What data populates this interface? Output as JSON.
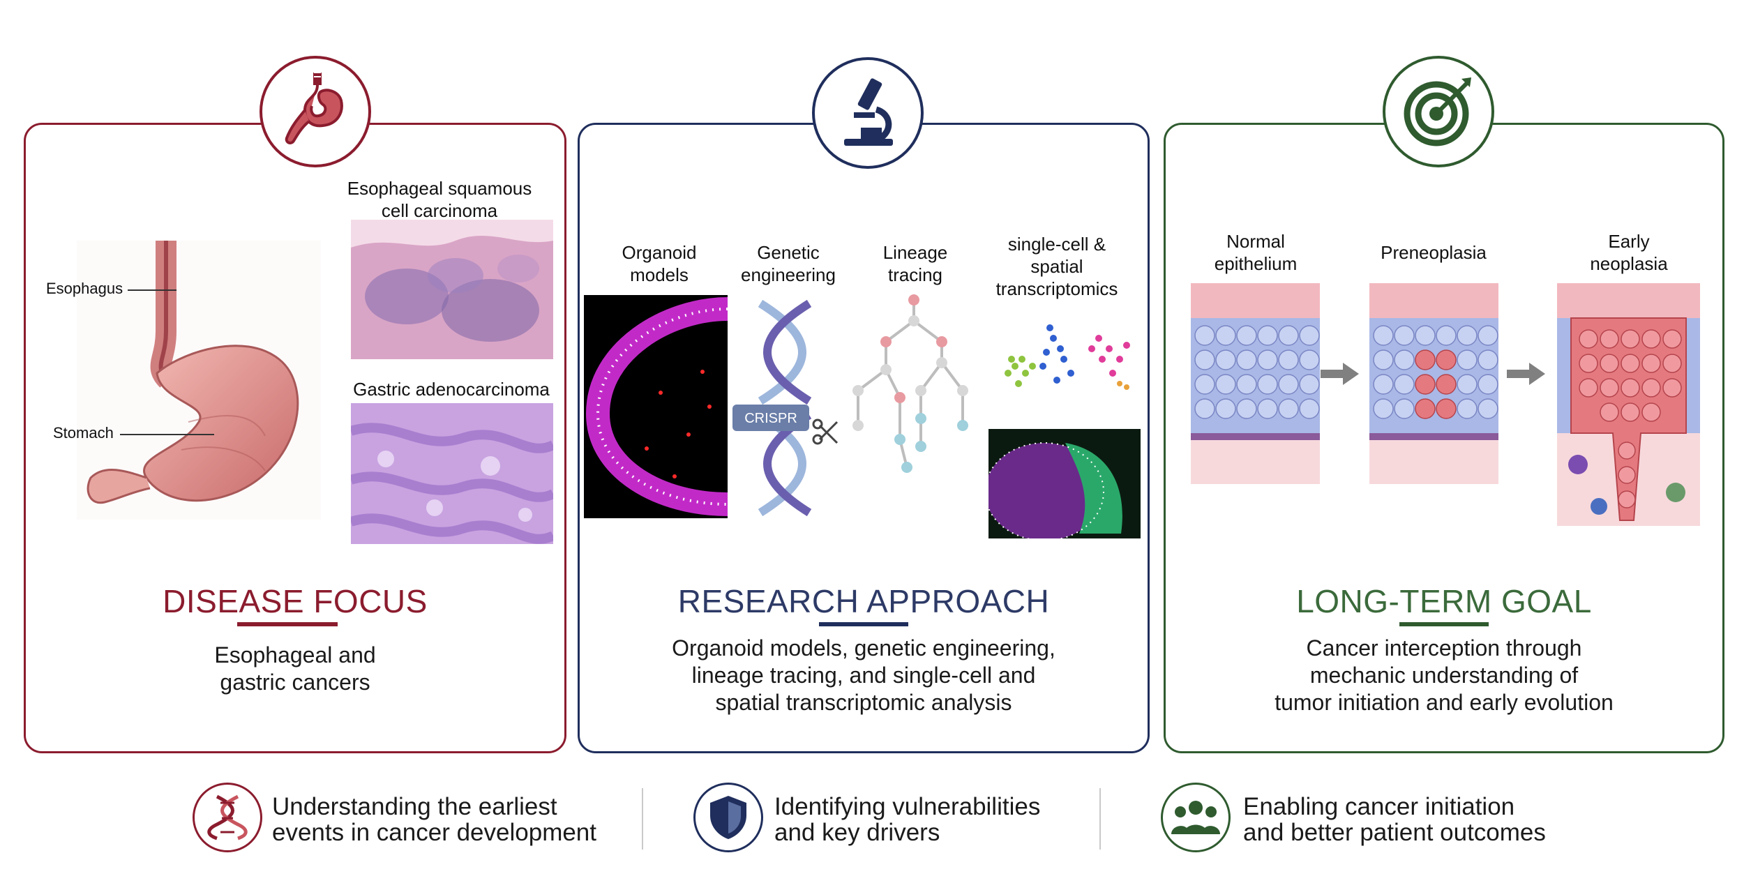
{
  "panels": {
    "disease": {
      "heading": "DISEASE FOCUS",
      "description_line1": "Esophageal and",
      "description_line2": "gastric cancers",
      "labels": {
        "esophagus": "Esophagus",
        "stomach": "Stomach",
        "escc_line1": "Esophageal squamous",
        "escc_line2": "cell carcinoma",
        "gastric": "Gastric adenocarcinoma"
      },
      "icon": "stomach-icon",
      "color": "#8b1c2e"
    },
    "research": {
      "heading": "RESEARCH APPROACH",
      "description_line1": "Organoid models, genetic engineering,",
      "description_line2": "lineage tracing, and single-cell and",
      "description_line3": "spatial transcriptomic analysis",
      "columns": {
        "organoid_line1": "Organoid",
        "organoid_line2": "models",
        "genetic_line1": "Genetic",
        "genetic_line2": "engineering",
        "lineage_line1": "Lineage",
        "lineage_line2": "tracing",
        "single_line1": "single-cell &",
        "single_line2": "spatial",
        "single_line3": "transcriptomics"
      },
      "crispr_label": "CRISPR",
      "icon": "microscope-icon",
      "color": "#1f2e5c"
    },
    "goal": {
      "heading": "LONG-TERM GOAL",
      "description_line1": "Cancer interception through",
      "description_line2": "mechanic understanding of",
      "description_line3": "tumor initiation and early evolution",
      "stages": {
        "normal_line1": "Normal",
        "normal_line2": "epithelium",
        "preneoplasia": "Preneoplasia",
        "early_line1": "Early",
        "early_line2": "neoplasia"
      },
      "icon": "target-icon",
      "color": "#2f5b2f"
    }
  },
  "footer": {
    "item1_line1": "Understanding the earliest",
    "item1_line2": "events in cancer development",
    "item2_line1": "Identifying vulnerabilities",
    "item2_line2": "and key drivers",
    "item3_line1": "Enabling cancer initiation",
    "item3_line2": "and better patient outcomes",
    "icons": [
      "dna-icon",
      "shield-icon",
      "people-icon"
    ]
  }
}
